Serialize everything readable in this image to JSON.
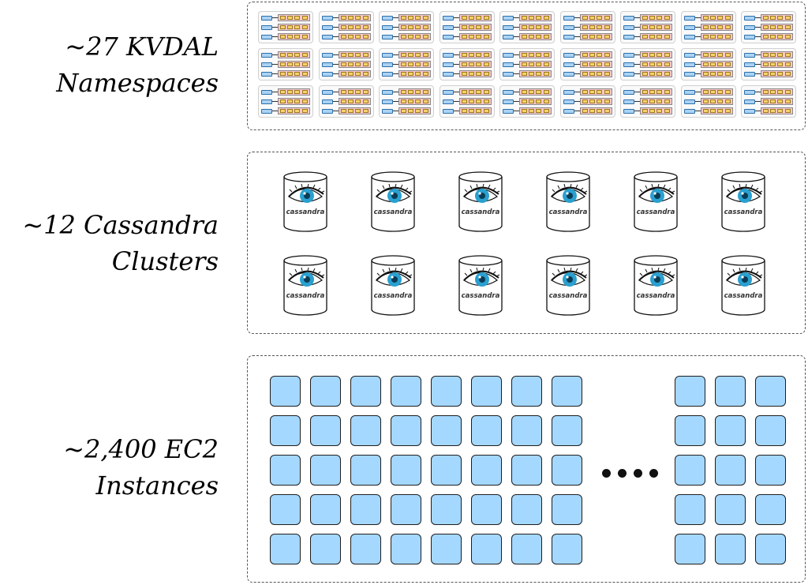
{
  "tiers": [
    {
      "label_lines": [
        "~27 KVDAL",
        "Namespaces"
      ],
      "icon": "namespace-icon",
      "grid": {
        "rows": 3,
        "columns": 9
      },
      "colors": {
        "data_block": "#f9c8cf",
        "slot": "#f7d36b",
        "client": "#a9d3f5"
      }
    },
    {
      "label_lines": [
        "~12 Cassandra",
        "Clusters"
      ],
      "icon": "cassandra-eye-icon",
      "word": "cassandra",
      "grid": {
        "rows": 2,
        "columns": 6
      },
      "colors": {
        "iris": "#2aa0d0"
      }
    },
    {
      "label_lines": [
        "~2,400 EC2",
        "Instances"
      ],
      "icon": "ec2-instance-icon",
      "grid_left": {
        "rows": 5,
        "columns": 8
      },
      "grid_right": {
        "rows": 5,
        "columns": 3
      },
      "ellipsis": "....",
      "colors": {
        "instance_fill": "#a5d8ff",
        "instance_stroke": "#1e1e1e"
      }
    }
  ]
}
